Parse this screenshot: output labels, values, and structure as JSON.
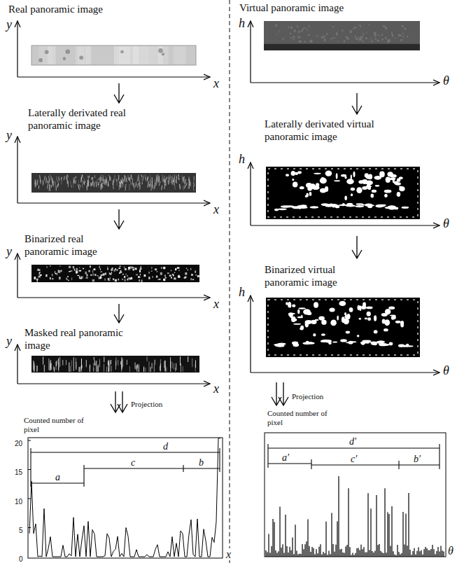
{
  "diagram": {
    "nodes": [
      {
        "text": [
          "Real panoramic image"
        ]
      },
      {
        "text": [
          "Laterally derivated real panoramic image"
        ]
      },
      {
        "text": [
          "Binarized real panoramic image"
        ]
      },
      {
        "text": [
          "Masked real panoramic image"
        ]
      },
      {
        "text": [
          "Counted number of pixel"
        ]
      },
      {
        "text": [
          "Virtual panoramic image"
        ]
      },
      {
        "text": [
          "Laterally derivated virtual panoramic image"
        ]
      },
      {
        "text": [
          "Binarized virtual panoramic image"
        ]
      },
      {
        "text": [
          "Counted number of pixel"
        ]
      }
    ],
    "edges": [
      {
        "from": 0,
        "to": 1,
        "arrow": "to"
      },
      {
        "from": 1,
        "to": 2,
        "arrow": "to"
      },
      {
        "from": 2,
        "to": 3,
        "arrow": "to"
      },
      {
        "from": 3,
        "to": 4,
        "label": "Projection",
        "arrow": "to"
      },
      {
        "from": 5,
        "to": 6,
        "arrow": "to"
      },
      {
        "from": 6,
        "to": 7,
        "arrow": "to"
      },
      {
        "from": 7,
        "to": 8,
        "label": "Projection",
        "arrow": "to"
      }
    ],
    "labels": [
      "y",
      "x",
      "y",
      "x",
      "y",
      "x",
      "y",
      "x",
      "20",
      "15",
      "10",
      "5",
      "0",
      "x",
      "a",
      "c",
      "b",
      "d",
      "h",
      "θ",
      "h",
      "θ",
      "h",
      "θ",
      "d′",
      "a′",
      "c′",
      "b′",
      "θ"
    ]
  }
}
